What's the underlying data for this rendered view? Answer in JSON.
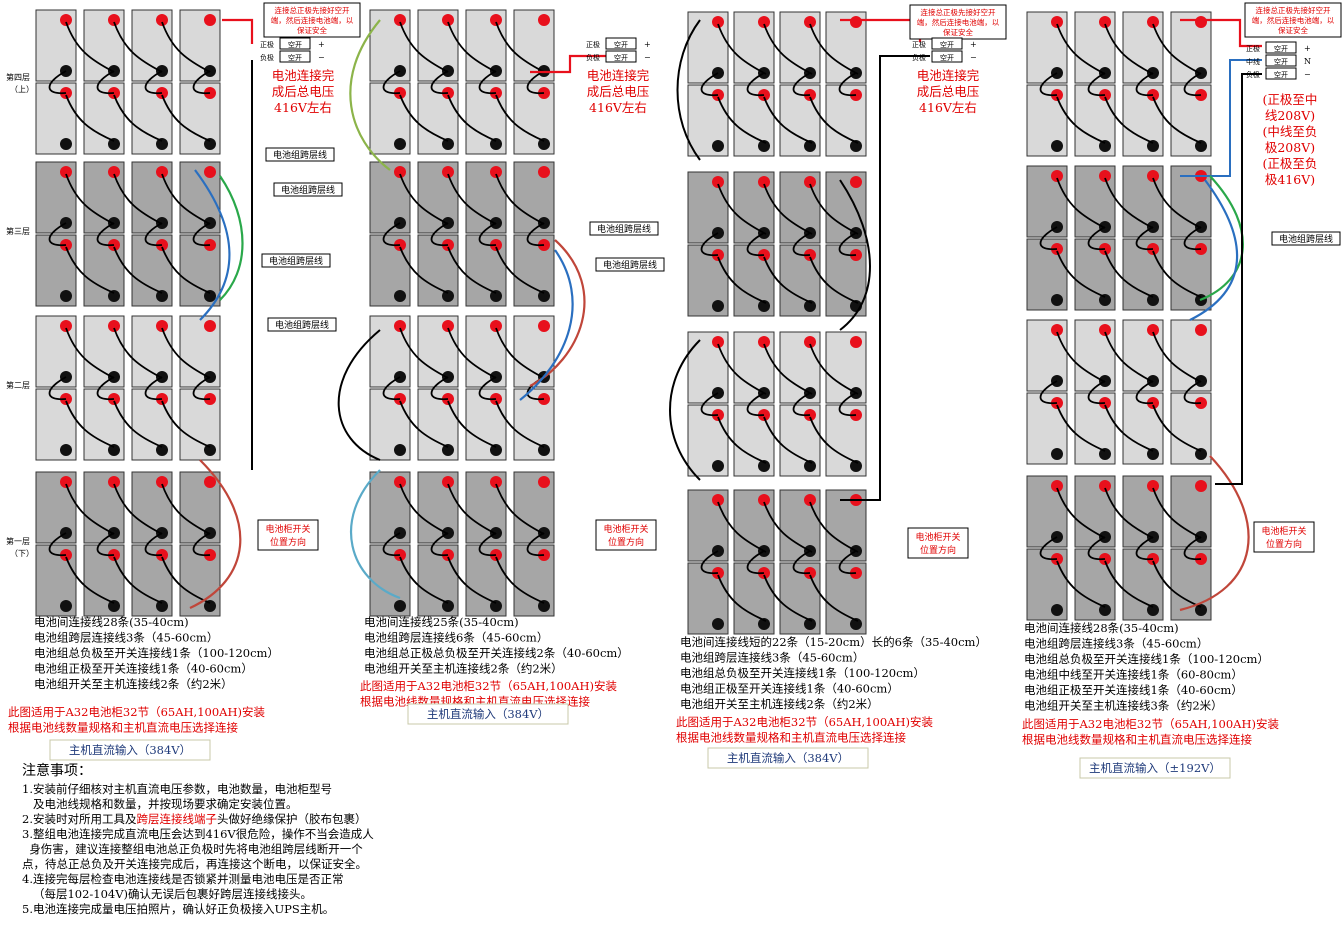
{
  "layer_labels": [
    "第四层",
    "（上）",
    "第三层",
    "第二层",
    "第一层",
    "（下）"
  ],
  "panels": [
    {
      "warning_note": [
        "连接总正极先接好空开",
        "端，然后连接电池端，以",
        "保证安全"
      ],
      "terminal_labels": [
        "正极",
        "负极"
      ],
      "breaker_labels": [
        "空开",
        "空开"
      ],
      "polarity_signs": [
        "+",
        "−"
      ],
      "total_voltage": [
        "电池连接完",
        "成后总电压",
        "416V左右"
      ],
      "cross_layer_tags": [
        "电池组跨层线",
        "电池组跨层线",
        "电池组跨层线"
      ],
      "switch_direction": [
        "电池柜开关",
        "位置方向"
      ],
      "stats": [
        "电池间连接线28条(35-40cm)",
        "电池组跨层连接线3条（45-60cm）",
        "电池组总负极至开关连接线1条（100-120cm）",
        "电池组正极至开关连接线1条（40-60cm）",
        "电池组开关至主机连接线2条（约2米）"
      ],
      "applicability": [
        "此图适用于A32电池柜32节（65AH,100AH)安装",
        "根据电池线数量规格和主机直流电压选择连接"
      ],
      "host_input": "主机直流输入（384V）"
    },
    {
      "terminal_labels": [
        "正极",
        "负极"
      ],
      "breaker_labels": [
        "空开",
        "空开"
      ],
      "polarity_signs": [
        "+",
        "−"
      ],
      "total_voltage": [
        "电池连接完",
        "成后总电压",
        "416V左右"
      ],
      "cross_layer_tags": [
        "电池组跨层线",
        "电池组跨层线",
        "电池组跨层线",
        "电池组跨层线"
      ],
      "switch_direction": [
        "电池柜开关",
        "位置方向"
      ],
      "stats": [
        "电池间连接线25条(35-40cm)",
        "电池组跨层连接线6条（45-60cm）",
        "电池组总正极总负极至开关连接线2条（40-60cm）",
        "电池组开关至主机连接线2条（约2米）"
      ],
      "applicability": [
        "此图适用于A32电池柜32节（65AH,100AH)安装",
        "根据电池线数量规格和主机直流电压选择连接"
      ],
      "host_input": "主机直流输入（384V）"
    },
    {
      "warning_note": [
        "连接总正极先接好空开",
        "端，然后连接电池端，以",
        "保证安全"
      ],
      "terminal_labels": [
        "正极",
        "负极"
      ],
      "breaker_labels": [
        "空开",
        "空开"
      ],
      "polarity_signs": [
        "+",
        "−"
      ],
      "total_voltage": [
        "电池连接完",
        "成后总电压",
        "416V左右"
      ],
      "switch_direction": [
        "电池柜开关",
        "位置方向"
      ],
      "stats": [
        "电池间连接线短的22条（15-20cm）长的6条（35-40cm）",
        "电池组跨层连接线3条（45-60cm）",
        "电池组总负极至开关连接线1条（100-120cm）",
        "电池组正极至开关连接线1条（40-60cm）",
        "电池组开关至主机连接线2条（约2米）"
      ],
      "applicability": [
        "此图适用于A32电池柜32节（65AH,100AH)安装",
        "根据电池线数量规格和主机直流电压选择连接"
      ],
      "host_input": "主机直流输入（384V）"
    },
    {
      "warning_note": [
        "连接总正极先接好空开",
        "端，然后连接电池端，以",
        "保证安全"
      ],
      "terminal_labels": [
        "正极",
        "中线",
        "负极"
      ],
      "breaker_labels": [
        "空开",
        "空开",
        "空开"
      ],
      "polarity_signs": [
        "+",
        "N",
        "−"
      ],
      "total_voltage": [
        "(正极至中",
        "线208V)",
        "(中线至负",
        "极208V)",
        "(正极至负",
        "极416V)"
      ],
      "cross_layer_tags": [
        "电池组跨层线"
      ],
      "switch_direction": [
        "电池柜开关",
        "位置方向"
      ],
      "stats": [
        "电池间连接线28条(35-40cm)",
        "电池组跨层连接线3条（45-60cm）",
        "电池组总负极至开关连接线1条（100-120cm）",
        "电池组中线至开关连接线1条（60-80cm）",
        "电池组正极至开关连接线1条（40-60cm）",
        "电池组开关至主机连接线3条（约2米）"
      ],
      "applicability": [
        "此图适用于A32电池柜32节（65AH,100AH)安装",
        "根据电池线数量规格和主机直流电压选择连接"
      ],
      "host_input": "主机直流输入（±192V）"
    }
  ],
  "notes": {
    "title": "注意事项：",
    "items": [
      [
        "1.安装前仔细核对主机直流电压参数，电池数量，电池柜型号",
        "   及电池线规格和数量，并按现场要求确定安装位置。"
      ],
      [
        "2.安装时对所用工具及",
        "跨层连接线端子",
        "头做好绝缘保护（胶布包裹）"
      ],
      [
        "3.整组电池连接完成直流电压会达到416V很危险，操作不当会造成人",
        "  身伤害，建议连接整组电池总正负极时先将电池组跨层线断开一个",
        "点，待总正总负及开关连接完成后，再连接这个断电，以保证安全。"
      ],
      [
        "4.连接完每层检查电池连接线是否锁紧并测量电池电压是否正常",
        "   （每层102-104V)确认无误后包裹好跨层连接线接头。"
      ],
      [
        "5.电池连接完成量电压拍照片，确认好正负极接入UPS主机。"
      ]
    ]
  },
  "colors": {
    "red_terminal": "#e8101c",
    "black_terminal": "#111111",
    "red_text": "#e00000",
    "green_wire": "#2aa84a",
    "blue_wire": "#2a6fc0",
    "brown_wire": "#c0463a",
    "teal_wire": "#5aaac8",
    "olive_wire": "#8cb44a",
    "battery_light": "#d9d9d9",
    "battery_dark": "#a6a6a6"
  }
}
